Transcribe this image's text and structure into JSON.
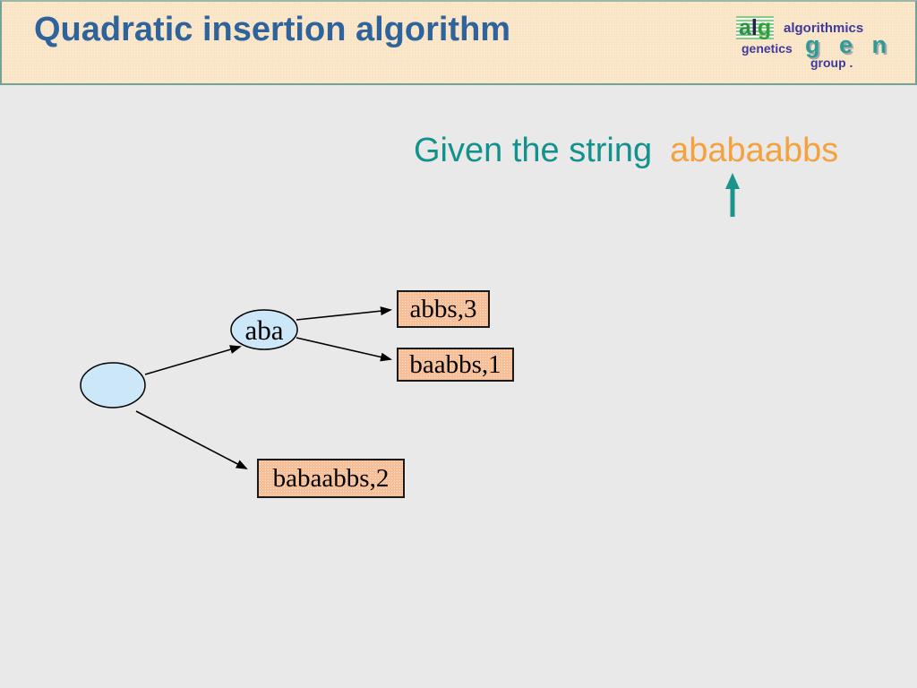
{
  "slide": {
    "title": "Quadratic insertion algorithm"
  },
  "logo": {
    "mark_a": "a",
    "mark_l": "l",
    "mark_g": "g",
    "algorithmics": "algorithmics",
    "genetics": "genetics",
    "gen": "g e n",
    "group": "group ."
  },
  "caption": {
    "prefix": "Given the string",
    "string": "ababaabbs"
  },
  "tree": {
    "internal_node_label": "aba",
    "leaves": [
      {
        "label": "abbs,3"
      },
      {
        "label": "baabbs,1"
      },
      {
        "label": "babaabbs,2"
      }
    ]
  },
  "colors": {
    "header_bg": "#fae4c6",
    "header_border": "#74a294",
    "title_blue": "#2f639b",
    "slide_bg": "#e9e9e9",
    "caption_teal": "#13918c",
    "string_orange": "#f5a13d",
    "node_fill": "#cbe7f8",
    "leaf_fill": "#f6bf97"
  }
}
